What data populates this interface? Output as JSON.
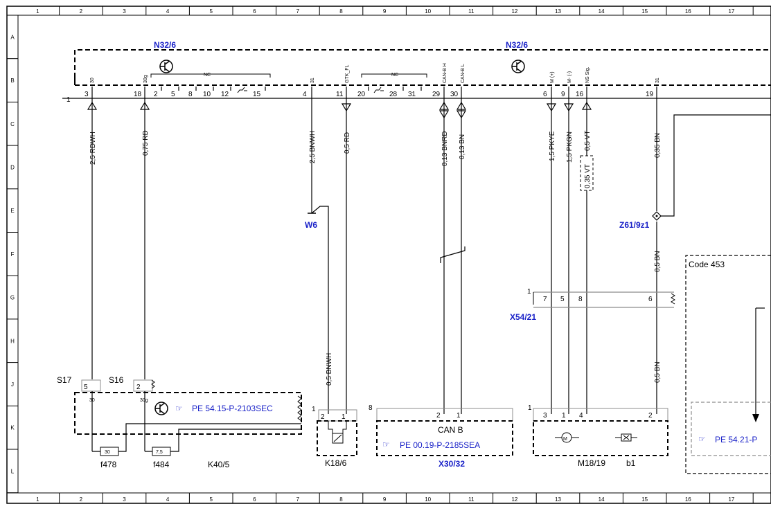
{
  "grid": {
    "columns": [
      "1",
      "2",
      "3",
      "4",
      "5",
      "6",
      "7",
      "8",
      "9",
      "10",
      "11",
      "12",
      "13",
      "14",
      "15",
      "16",
      "17"
    ],
    "rows": [
      "A",
      "B",
      "C",
      "D",
      "E",
      "F",
      "G",
      "H",
      "J",
      "K",
      "L"
    ]
  },
  "components": {
    "main_module": "N32/6",
    "main_module_right": "N32/6",
    "relay": "K18/6",
    "fuse_box": "K40/5",
    "fuse_left": "f478",
    "fuse_right": "f484",
    "fuse_left_rating": "30",
    "fuse_right_rating": "7,5",
    "motor": "M18/19",
    "motor_sub": "b1",
    "connector": "X54/21",
    "can_module": "X30/32",
    "can_label": "CAN B",
    "ground": "W6",
    "splice": "Z61/9z1",
    "switch_s17": "S17",
    "switch_s16": "S16",
    "code_box": "Code 453"
  },
  "references": {
    "k40": "PE 54.15-P-2103SEC",
    "x30": "PE 00.19-P-2185SEA",
    "code": "PE 54.21-P"
  },
  "pins": {
    "row_main": [
      "3",
      "18",
      "2",
      "5",
      "8",
      "10",
      "12",
      "15",
      "4",
      "11",
      "20",
      "28",
      "31",
      "29",
      "30",
      "6",
      "9",
      "16",
      "19"
    ],
    "row_main_labels": [
      "30",
      "30g",
      "31",
      "GTK_FL",
      "CAN-B H",
      "CAN-B L",
      "M (+)",
      "M- (-)",
      "NS Sig.",
      "31"
    ],
    "nc": "NC",
    "main_bus": "1",
    "x54": [
      "1",
      "7",
      "5",
      "8",
      "6"
    ],
    "s17": [
      "5",
      "30"
    ],
    "s16": [
      "2",
      "30g"
    ],
    "k18": [
      "1",
      "2",
      "1"
    ],
    "can": [
      "8",
      "2",
      "1"
    ],
    "m18": [
      "1",
      "3",
      "1",
      "4",
      "2"
    ]
  },
  "wires": {
    "w1": "2,5 RDWH",
    "w2": "0,75 RD",
    "w3": "2,5 BNWH",
    "w4": "0,5 RD",
    "w5": "0,13 BNRD",
    "w6": "0,13 BN",
    "w7": "1,5 PKYE",
    "w8": "1,5 PKGN",
    "w9": "0,5 VT",
    "w10": "0,35 BN",
    "w11": "0,35 VT",
    "w12": "0,5 BN",
    "w13": "0,5 BNWH",
    "w14": "0,5 BN"
  }
}
